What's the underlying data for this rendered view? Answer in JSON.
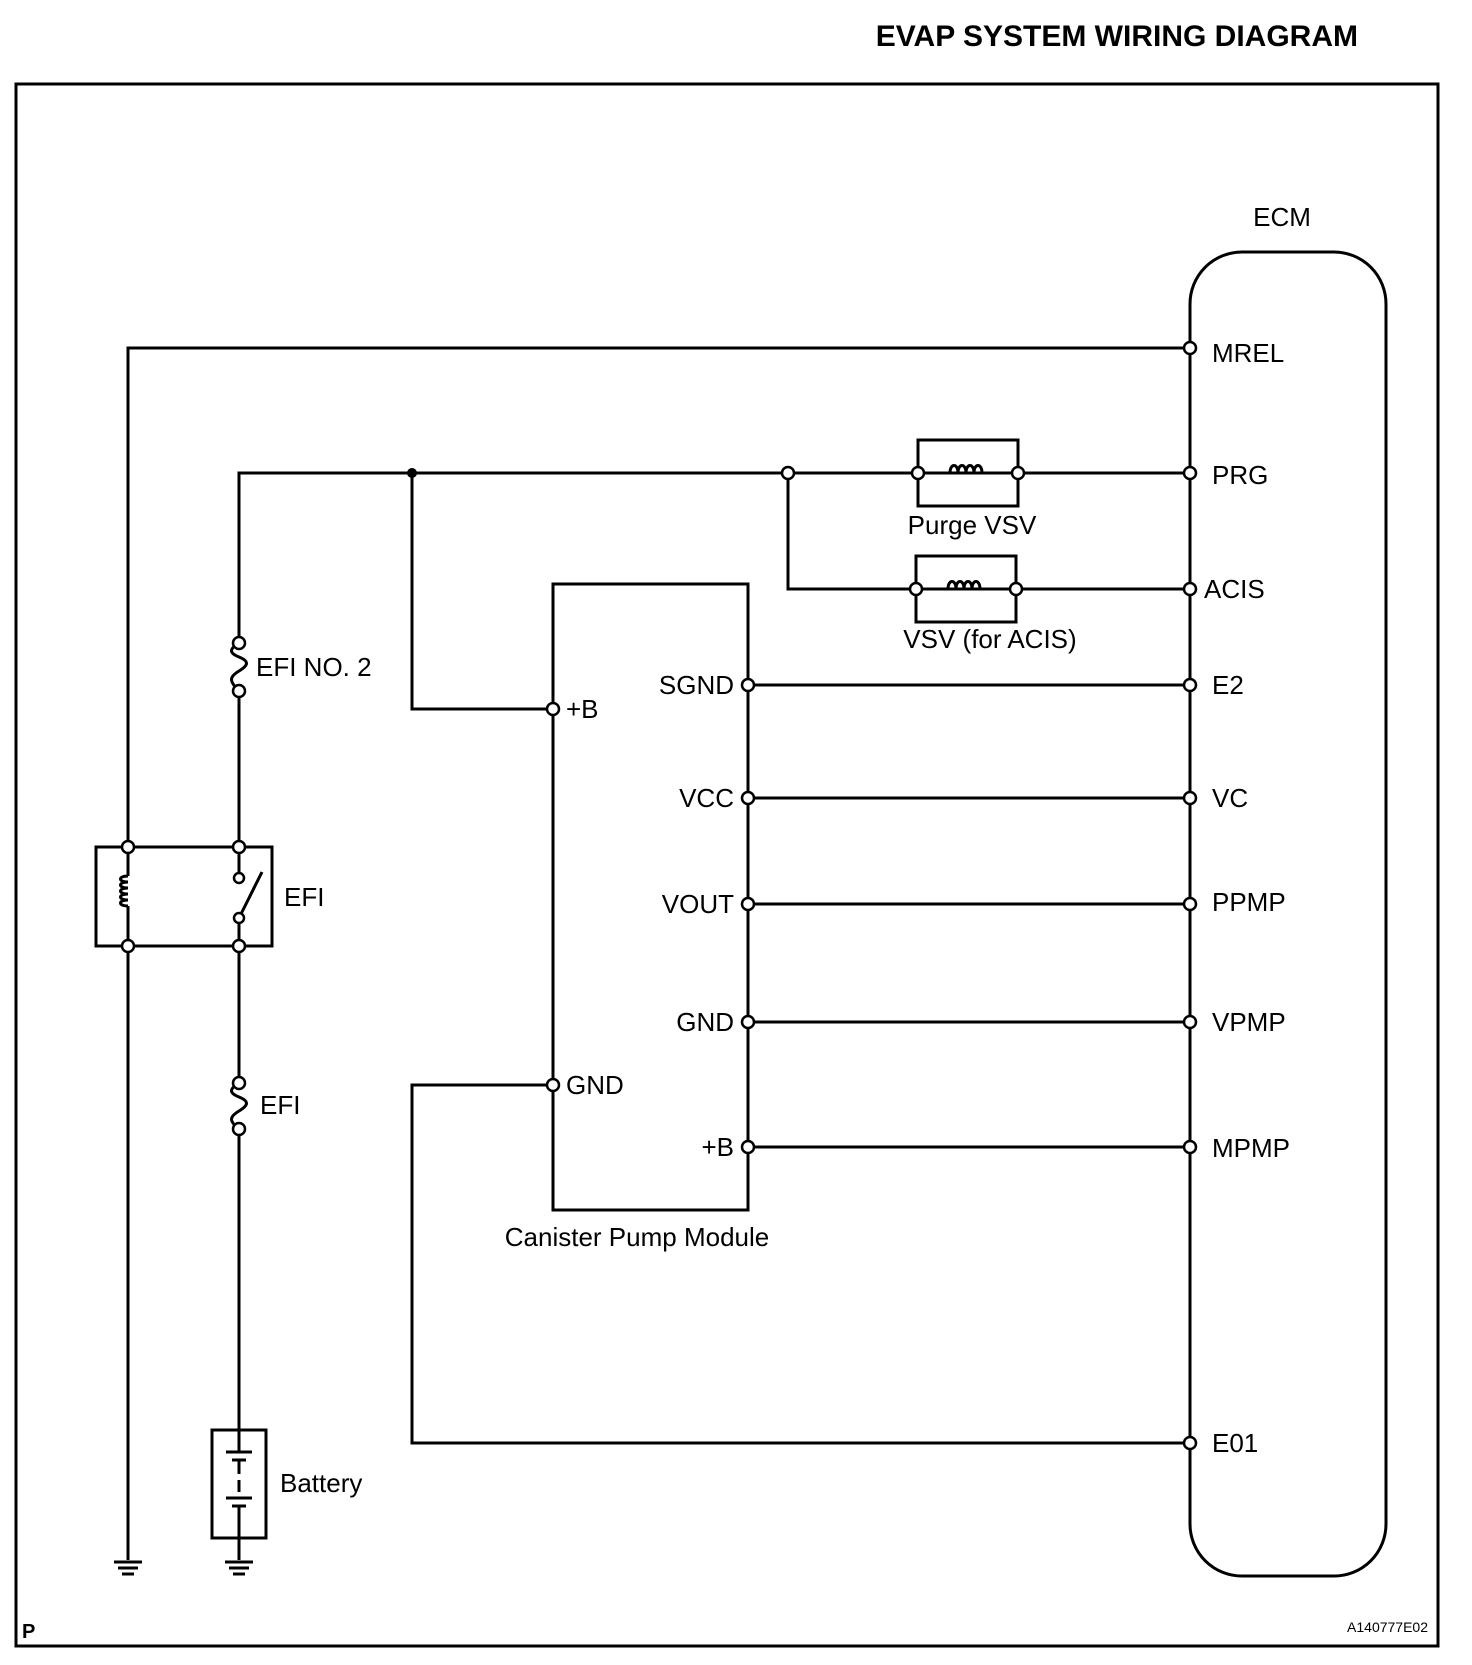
{
  "title": "EVAP SYSTEM WIRING DIAGRAM",
  "ecm": {
    "name": "ECM",
    "terminals": [
      "MREL",
      "PRG",
      "ACIS",
      "E2",
      "VC",
      "PPMP",
      "VPMP",
      "MPMP",
      "E01"
    ]
  },
  "components": {
    "purge_vsv": "Purge VSV",
    "vsv_acis": "VSV (for ACIS)",
    "fuse_efi_no2": "EFI NO. 2",
    "relay_efi": "EFI",
    "fuse_efi": "EFI",
    "battery": "Battery",
    "canister_pump_module": "Canister Pump Module"
  },
  "pump_module_terminals": {
    "left": [
      "+B",
      "GND"
    ],
    "right": [
      "SGND",
      "VCC",
      "VOUT",
      "GND",
      "+B"
    ]
  },
  "footer": {
    "corner_letter": "P",
    "figure_code": "A140777E02"
  }
}
